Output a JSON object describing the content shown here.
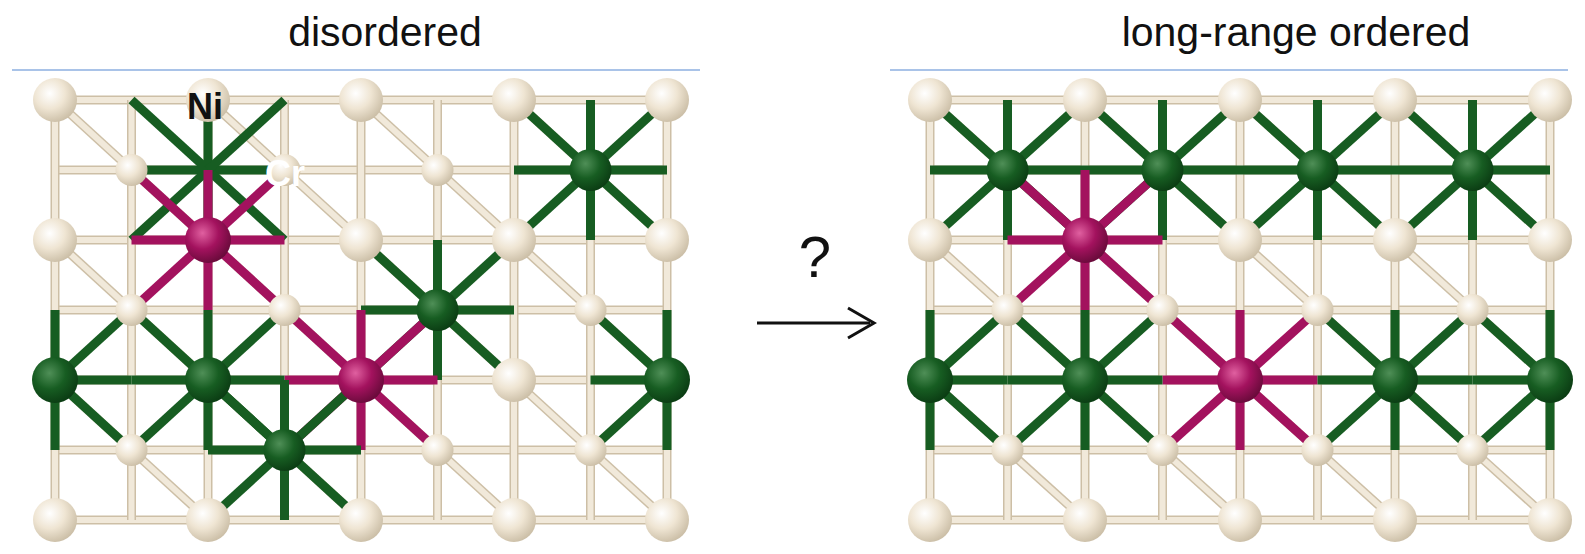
{
  "diagram": {
    "labels": [
      "disordered",
      "long-range ordered",
      "?",
      "Ni",
      "Cr"
    ]
  }
}
